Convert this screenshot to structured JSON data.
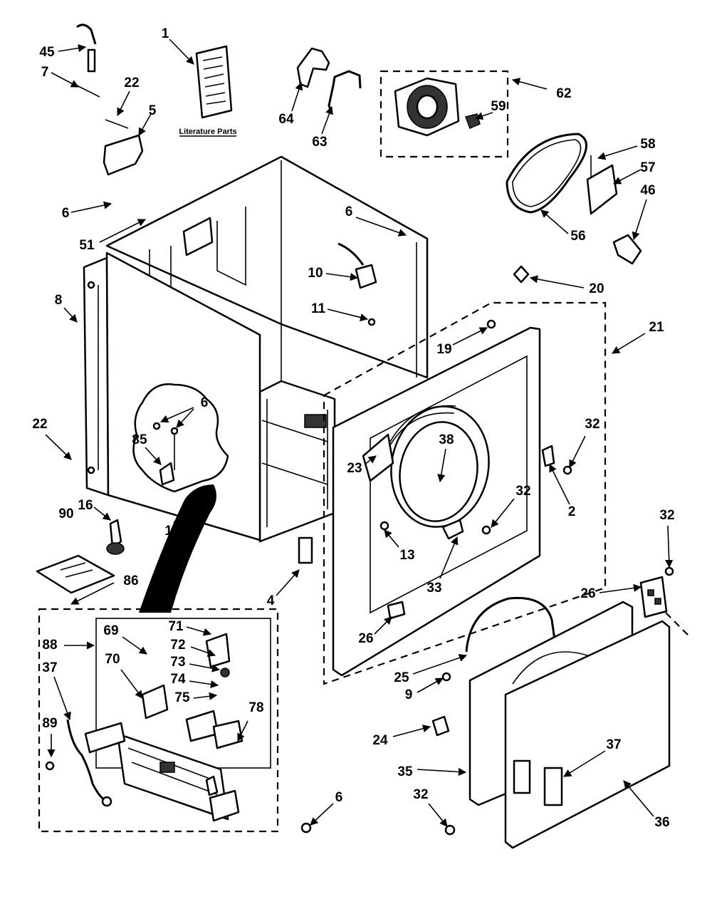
{
  "literature_label": "Literature Parts",
  "callouts": {
    "c1": "1",
    "c2": "2",
    "c4": "4",
    "c5": "5",
    "c6a": "6",
    "c6b": "6",
    "c6c": "6",
    "c6d": "6",
    "c7": "7",
    "c8": "8",
    "c9": "9",
    "c10": "10",
    "c11": "11",
    "c13": "13",
    "c16": "16",
    "c18a": "18",
    "c19": "19",
    "c20": "20",
    "c21": "21",
    "c22a": "22",
    "c22b": "22",
    "c23": "23",
    "c24": "24",
    "c25": "25",
    "c26a": "26",
    "c26b": "26",
    "c32a": "32",
    "c32b": "32",
    "c32c": "32",
    "c32d": "32",
    "c33": "33",
    "c35": "35",
    "c36": "36",
    "c37a": "37",
    "c37b": "37",
    "c38": "38",
    "c45": "45",
    "c46": "46",
    "c51": "51",
    "c56": "56",
    "c57": "57",
    "c58": "58",
    "c59": "59",
    "c62": "62",
    "c63": "63",
    "c64": "64",
    "c69": "69",
    "c70": "70",
    "c71": "71",
    "c72": "72",
    "c73": "73",
    "c74": "74",
    "c75": "75",
    "c78": "78",
    "c85": "85",
    "c86": "86",
    "c88": "88",
    "c89": "89",
    "c90": "90"
  }
}
